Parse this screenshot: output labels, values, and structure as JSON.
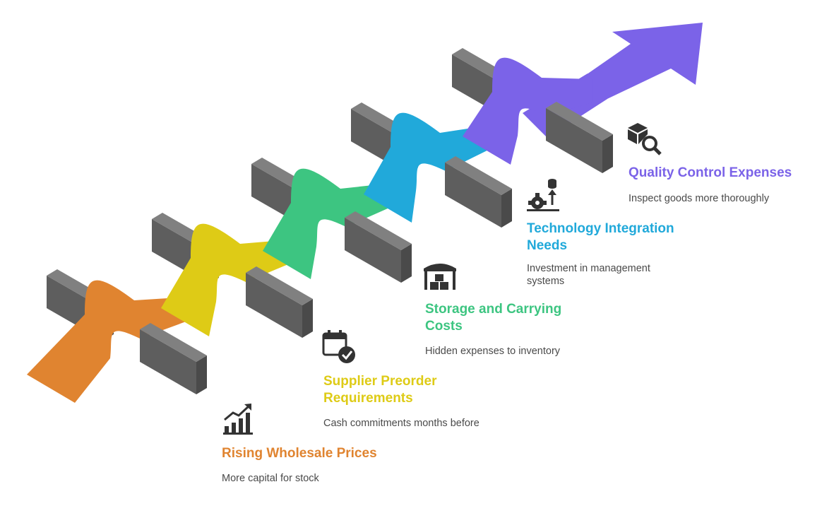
{
  "steps": [
    {
      "title": "Rising Wholesale Prices",
      "description": "More capital for stock",
      "color": "#E08430",
      "icon": "rising-bar-chart-icon"
    },
    {
      "title": "Supplier Preorder Requirements",
      "description": "Cash commitments months before",
      "color": "#DECB16",
      "icon": "calendar-check-icon"
    },
    {
      "title": "Storage and Carrying Costs",
      "description": "Hidden expenses to inventory",
      "color": "#3DC581",
      "icon": "warehouse-boxes-icon"
    },
    {
      "title": "Technology Integration Needs",
      "description": "Investment in management systems",
      "color": "#21A9DA",
      "icon": "gear-database-icon"
    },
    {
      "title": "Quality Control Expenses",
      "description": "Inspect goods more thoroughly",
      "color": "#7B63E8",
      "icon": "box-magnifier-icon"
    }
  ],
  "block_color": "#666666",
  "arrow_color": "#7B63E8"
}
